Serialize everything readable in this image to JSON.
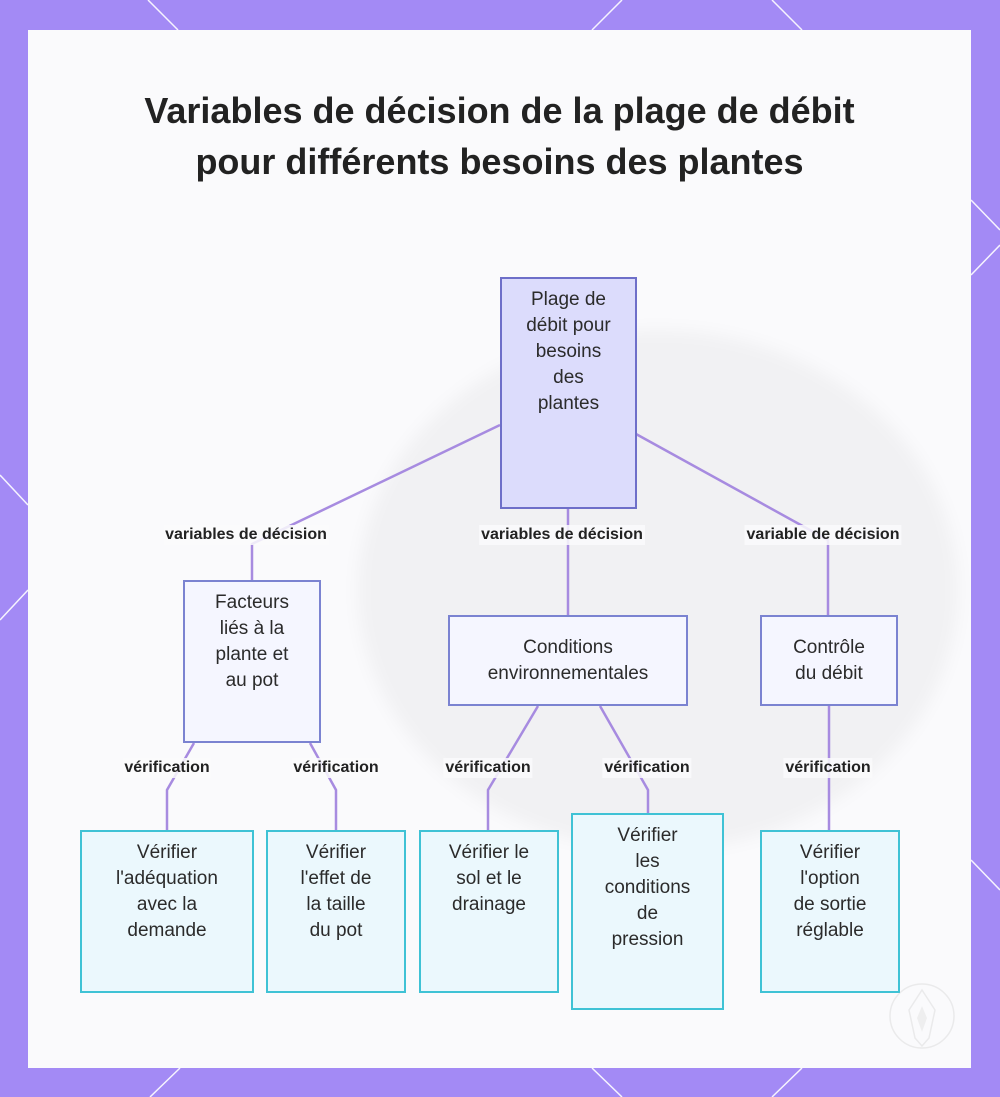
{
  "diagram": {
    "title": "Variables de décision de la plage de débit pour différents besoins des plantes",
    "nodes": {
      "root": "Plage de\ndébit pour\nbesoins\ndes\nplantes",
      "plant_factors": "Facteurs\nliés à la\nplante et\nau pot",
      "environmental": "Conditions\nenvironnementales",
      "flow_control": "Contrôle\ndu débit",
      "check_demand": "Vérifier\nl'adéquation\navec la\ndemande",
      "check_pot_size": "Vérifier\nl'effet de\nla taille\ndu pot",
      "check_soil": "Vérifier le\nsol et le\ndrainage",
      "check_pressure": "Vérifier\nles\nconditions\nde\npression",
      "check_output": "Vérifier\nl'option\nde sortie\nréglable"
    },
    "edge_labels": {
      "to_plant_factors": "variables de décision",
      "to_environmental": "variables de décision",
      "to_flow_control": "variable de décision",
      "to_check_demand": "vérification",
      "to_check_pot_size": "vérification",
      "to_check_soil": "vérification",
      "to_check_pressure": "vérification",
      "to_check_output": "vérification"
    },
    "colors": {
      "frame": "#a38af5",
      "root_fill": "#dcdcfc",
      "root_border": "#6e6fc9",
      "mid_fill": "#f5f6ff",
      "mid_border": "#7b83d1",
      "leaf_fill": "#ebf8fd",
      "leaf_border": "#3fc2d5",
      "connector": "#a78be0"
    }
  }
}
